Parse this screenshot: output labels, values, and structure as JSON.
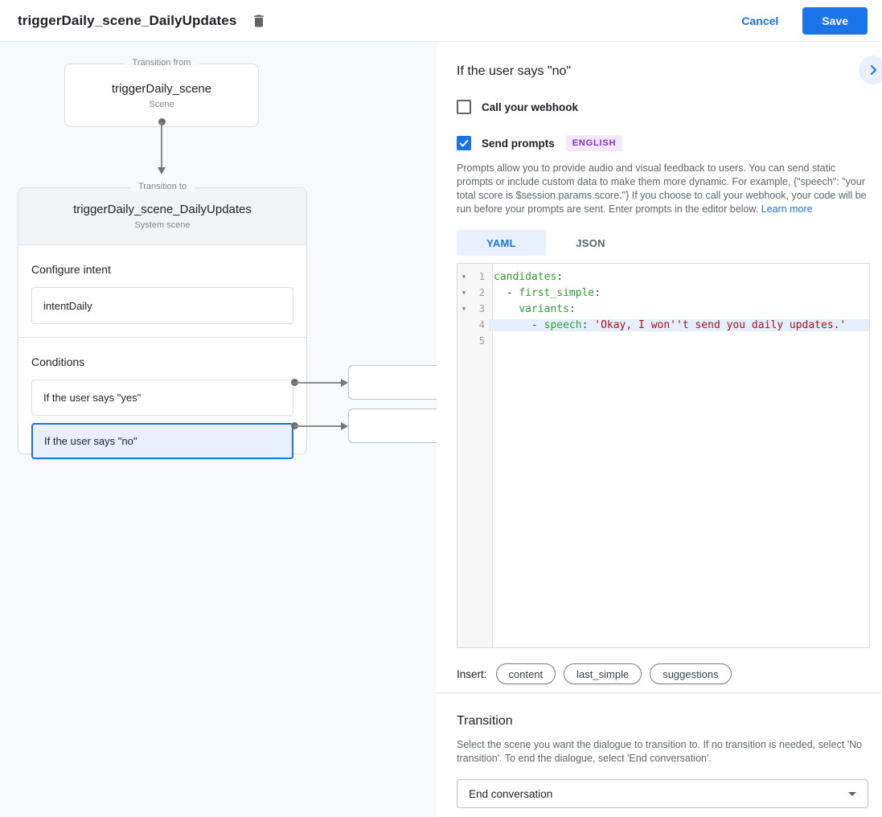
{
  "header": {
    "title": "triggerDaily_scene_DailyUpdates",
    "cancel_label": "Cancel",
    "save_label": "Save"
  },
  "colors": {
    "accent": "#1a73e8",
    "canvas_bg": "#f8f9fa",
    "selected_condition_bg": "#e8f0fe",
    "badge_bg": "#f3e8fd",
    "badge_text": "#8430ce",
    "code_key": "#2f9e33",
    "code_string": "#aa1111",
    "active_line_bg": "#e3effd"
  },
  "canvas": {
    "from_node": {
      "label": "Transition from",
      "title": "triggerDaily_scene",
      "subtitle": "Scene"
    },
    "to_node": {
      "label": "Transition to",
      "title": "triggerDaily_scene_DailyUpdates",
      "subtitle": "System scene",
      "intent_section": {
        "label": "Configure intent",
        "value": "intentDaily"
      },
      "conditions_section": {
        "label": "Conditions",
        "items": [
          {
            "text": "If the user says \"yes\"",
            "selected": false
          },
          {
            "text": "If the user says \"no\"",
            "selected": true
          }
        ]
      }
    }
  },
  "panel": {
    "title": "If the user says \"no\"",
    "collapse_icon": "chevron-right-icon",
    "webhook_checkbox": {
      "label": "Call your webhook",
      "checked": false
    },
    "prompts_checkbox": {
      "label": "Send prompts",
      "checked": true,
      "badge": "ENGLISH"
    },
    "description": "Prompts allow you to provide audio and visual feedback to users. You can send static prompts or include custom data to make them more dynamic. For example, {\"speech\": \"your total score is $session.params.score.\"} If you choose to call your webhook, your code will be run before your prompts are sent. Enter prompts in the editor below.",
    "learn_more_label": "Learn more",
    "tabs": [
      {
        "label": "YAML",
        "active": true
      },
      {
        "label": "JSON",
        "active": false
      }
    ],
    "editor": {
      "active_line": 4,
      "lines": [
        {
          "fold": true,
          "tokens": [
            [
              "k",
              "candidates"
            ],
            [
              "p",
              ":"
            ]
          ]
        },
        {
          "fold": true,
          "tokens": [
            [
              "p",
              "  - "
            ],
            [
              "k",
              "first_simple"
            ],
            [
              "p",
              ":"
            ]
          ]
        },
        {
          "fold": true,
          "tokens": [
            [
              "p",
              "    "
            ],
            [
              "k",
              "variants"
            ],
            [
              "p",
              ":"
            ]
          ]
        },
        {
          "fold": false,
          "tokens": [
            [
              "p",
              "      - "
            ],
            [
              "k",
              "speech"
            ],
            [
              "p",
              ": "
            ],
            [
              "s",
              "'Okay, I won''t send you daily updates.'"
            ]
          ]
        },
        {
          "fold": false,
          "tokens": []
        }
      ]
    },
    "insert": {
      "label": "Insert:",
      "chips": [
        "content",
        "last_simple",
        "suggestions"
      ]
    },
    "transition": {
      "heading": "Transition",
      "description": "Select the scene you want the dialogue to transition to. If no transition is needed, select 'No transition'. To end the dialogue, select 'End conversation'.",
      "dropdown_value": "End conversation"
    }
  }
}
